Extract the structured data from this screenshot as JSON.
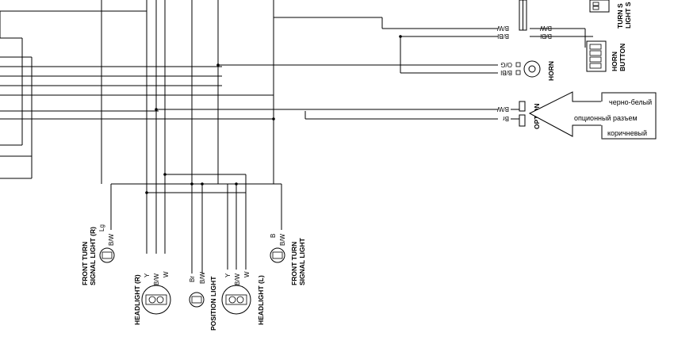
{
  "diagram": {
    "labels": {
      "front_turn_r": [
        "FRONT TURN",
        "SIGNAL LIGHT (R)"
      ],
      "front_turn_l": [
        "FRONT TURN",
        "SIGNAL LIGHT"
      ],
      "headlight_r": "HEADLIGHT (R)",
      "headlight_l": "HEADLIGHT (L)",
      "position_light": "POSITION LIGHT",
      "horn": "HORN",
      "horn_button": [
        "HORN",
        "BUTTON"
      ],
      "option": "OPTION",
      "turn_signal_switch": [
        "TURN S",
        "LIGHT S"
      ]
    },
    "wires": {
      "lg": "Lg",
      "bw": "B/W",
      "y": "Y",
      "w": "W",
      "br": "Br",
      "b": "B",
      "og": "O/G",
      "bbl": "B/Bl",
      "bw_rot": "B/W",
      "br_rot": "Br"
    }
  },
  "callout": {
    "line1": "черно-белый",
    "line2": "опционный разъем",
    "line3": "коричневый"
  }
}
